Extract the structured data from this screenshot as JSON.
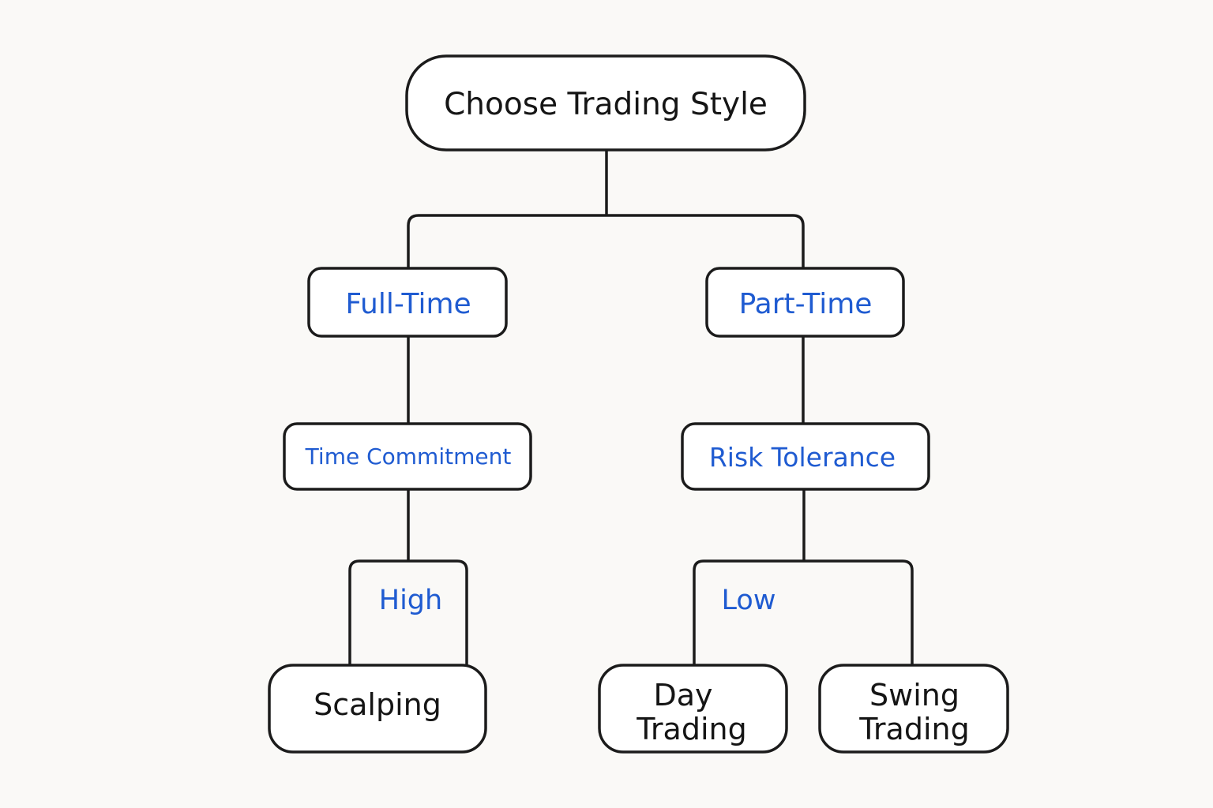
{
  "nodes": {
    "root": "Choose Trading Style",
    "full_time": "Full-Time",
    "part_time": "Part-Time",
    "time_commitment": "Time Commitment",
    "risk_tolerance": "Risk Tolerance",
    "high": "High",
    "low": "Low",
    "scalping": "Scalping",
    "day_trading": [
      "Day",
      "Trading"
    ],
    "swing_trading": [
      "Swing",
      "Trading"
    ]
  },
  "colors": {
    "background": "#faf9f7",
    "stroke": "#1b1b1b",
    "primary_text": "#151515",
    "accent_text": "#1f5bd1"
  }
}
